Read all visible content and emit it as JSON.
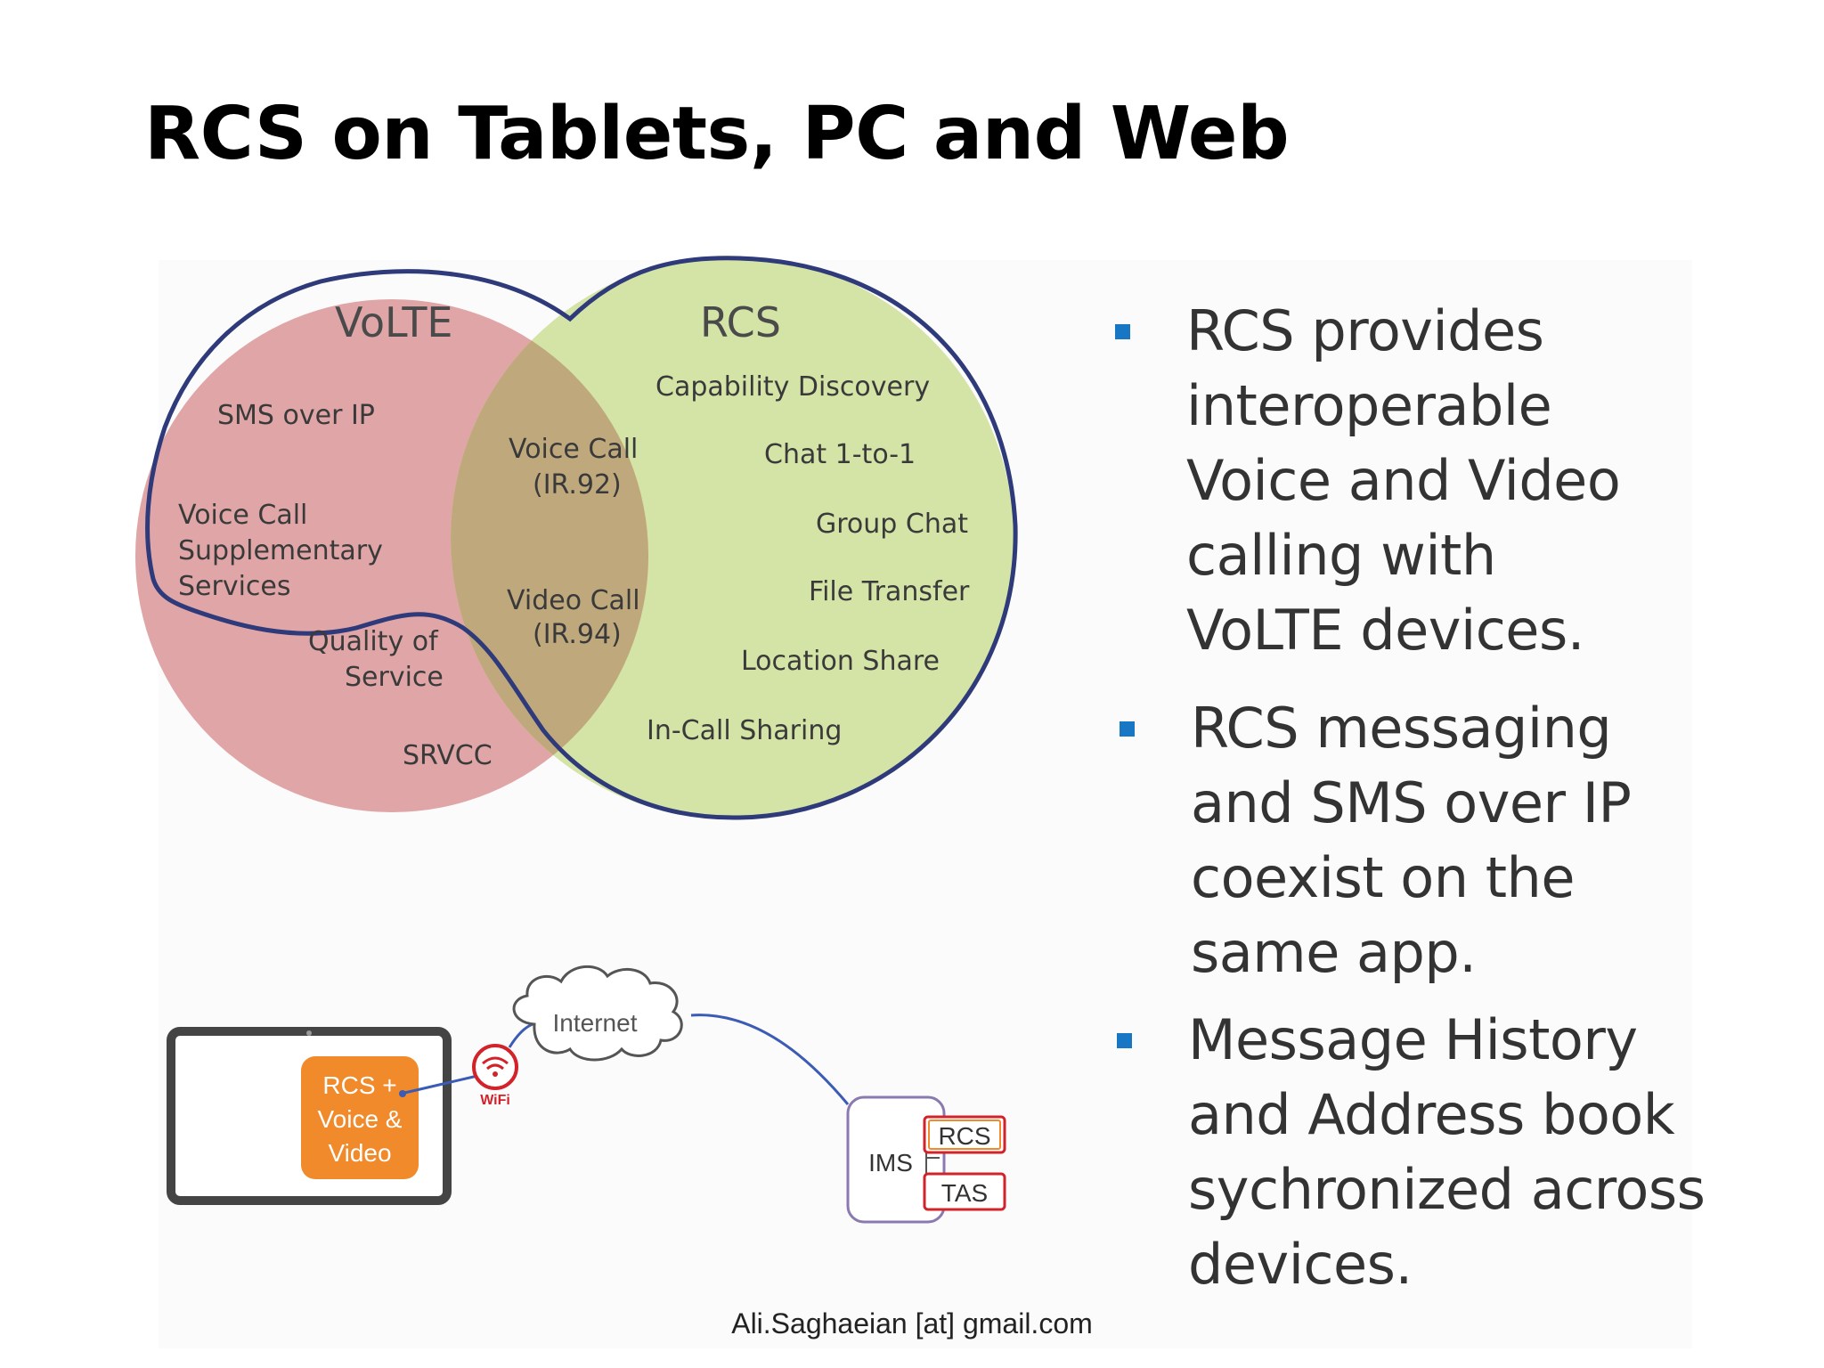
{
  "slide": {
    "title": "RCS on Tablets, PC and Web",
    "footer": "Ali.Saghaeian [at] gmail.com"
  },
  "venn": {
    "volte": {
      "title": "VoLTE",
      "items": [
        "SMS over IP",
        "Voice Call",
        "Supplementary",
        "Services",
        "Quality of",
        "Service",
        "SRVCC"
      ],
      "color": "#e0a5a6"
    },
    "rcs": {
      "title": "RCS",
      "items": [
        "Capability Discovery",
        "Chat 1-to-1",
        "Group Chat",
        "File Transfer",
        "Location Share",
        "In-Call Sharing"
      ],
      "color": "#d4e3a6"
    },
    "overlap": {
      "items": [
        "Voice Call",
        "(IR.92)",
        "Video Call",
        "(IR.94)"
      ],
      "color": "#bfa97c"
    },
    "outline_color": "#2e3a7a"
  },
  "network": {
    "app_label": [
      "RCS +",
      "Voice &",
      "Video"
    ],
    "wifi_label": "WiFi",
    "cloud_label": "Internet",
    "ims_label": "IMS",
    "rcs_box": "RCS",
    "tas_box": "TAS",
    "app_color": "#f08a2a"
  },
  "bullets": [
    {
      "lines": [
        "RCS provides",
        "interoperable",
        "Voice and Video",
        "calling with",
        "VoLTE devices."
      ]
    },
    {
      "lines": [
        "RCS messaging",
        "and SMS over IP",
        "coexist on the",
        "same app."
      ]
    },
    {
      "lines": [
        "Message History",
        "and Address book",
        "sychronized across",
        "devices."
      ]
    }
  ],
  "bullet_color": "#1877c5"
}
